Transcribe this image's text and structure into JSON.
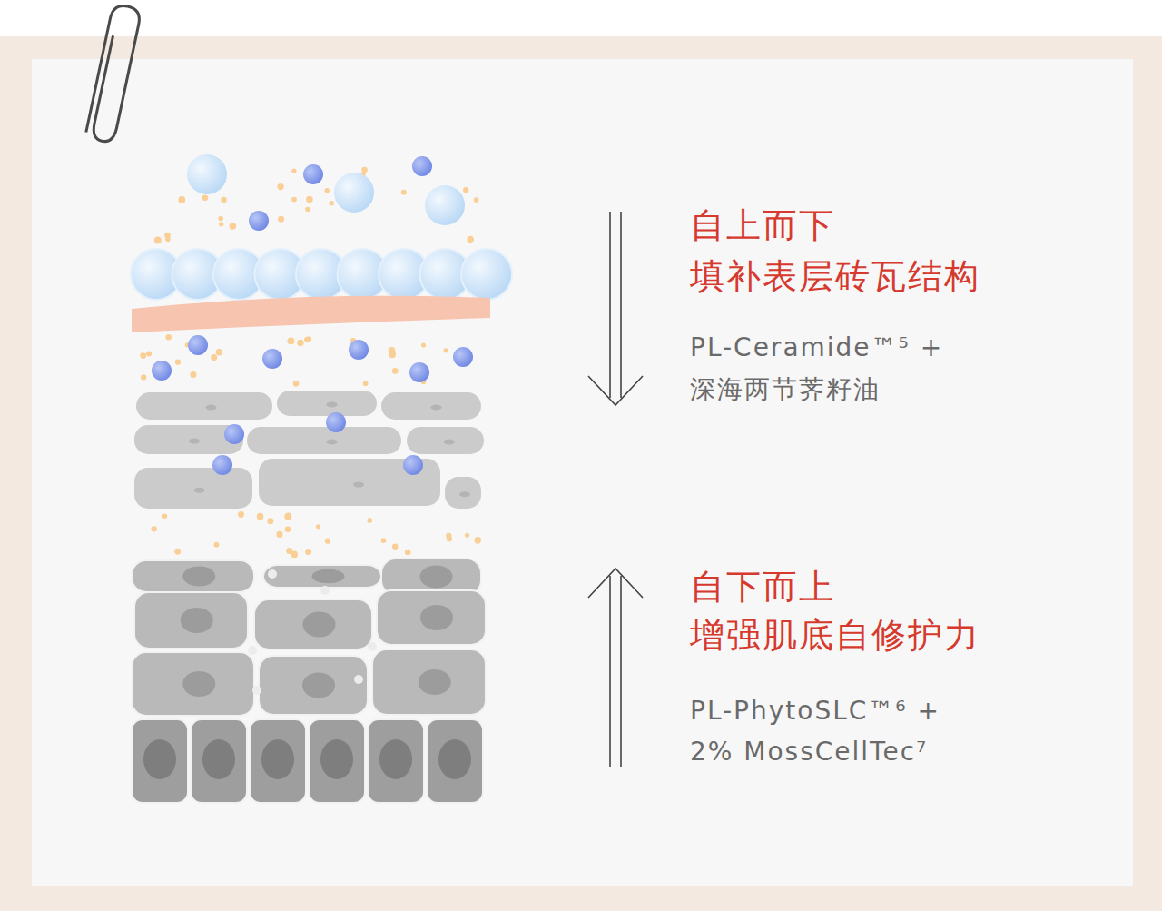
{
  "diagram": {
    "labels": [
      "自上而下",
      "填补表层砖瓦结构",
      "PL-Ceramide™⁵ +",
      "深海两节荠籽油",
      "自下而上",
      "增强肌底自修护力",
      "PL-PhytoSLC™⁶ +",
      "2% MossCellTec⁷"
    ]
  }
}
